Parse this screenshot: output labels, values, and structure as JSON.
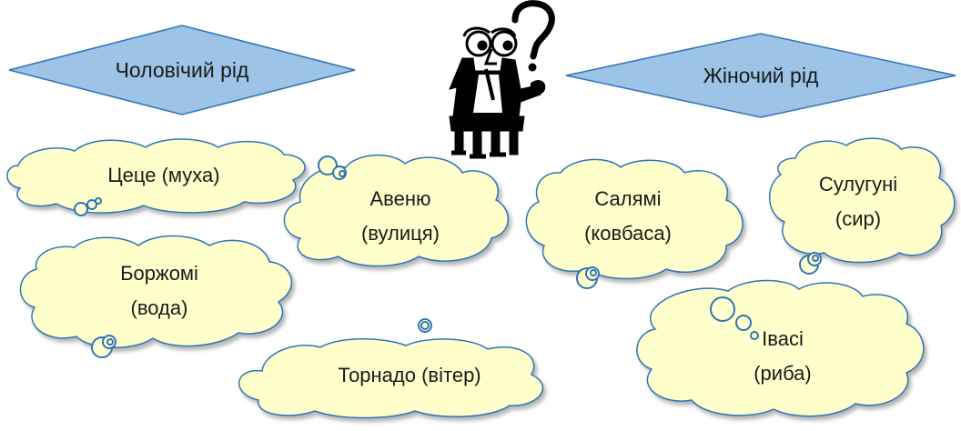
{
  "headers": {
    "masculine": "Чоловічий рід",
    "feminine": "Жіночий рід"
  },
  "clouds": {
    "tsetse": "Цеце (муха)",
    "avenue_line1": "Авеню",
    "avenue_line2": "(вулиця)",
    "borjomi_line1": "Боржомі",
    "borjomi_line2": "(вода)",
    "tornado": "Торнадо (вітер)",
    "salami_line1": "Салямі",
    "salami_line2": "(ковбаса)",
    "suluguni_line1": "Сулугуні",
    "suluguni_line2": "(сир)",
    "ivasi_line1": "Івасі",
    "ivasi_line2": "(риба)"
  },
  "colors": {
    "diamond_fill": "#9dc3e6",
    "diamond_stroke": "#2e75b6",
    "cloud_fill": "#ffffcc",
    "cloud_stroke": "#2e75b6"
  }
}
